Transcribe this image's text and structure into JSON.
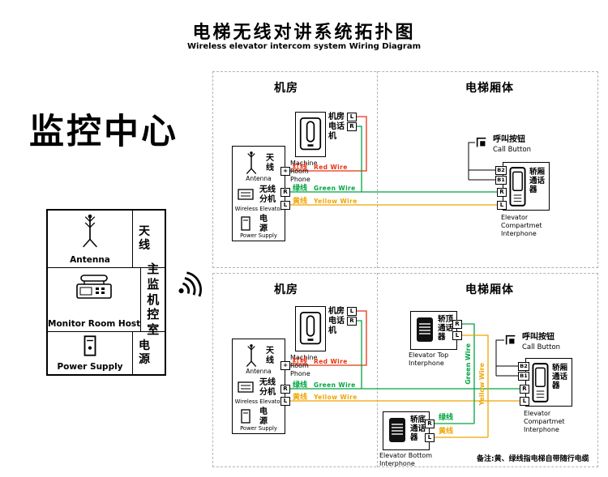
{
  "title": {
    "zh": "电梯无线对讲系统拓扑图",
    "en": "Wireless elevator intercom system Wiring Diagram"
  },
  "monitor": {
    "heading": "监控中心",
    "antenna_zh": "天线",
    "antenna_en": "Antenna",
    "host_zh": "主监机控室",
    "host_en": "Monitor Room Host",
    "power_zh": "电源",
    "power_en": "Power Supply"
  },
  "sections": {
    "machine_room": "机房",
    "elevator_body": "电梯厢体"
  },
  "components": {
    "machine_room_phone": {
      "zh": "机房电话机",
      "en": "Machine Room Phone"
    },
    "wireless_unit": {
      "antenna_zh": "天线",
      "antenna_en": "Antenna",
      "ext_zh": "无线分机",
      "ext_en": "Wireless Elevator",
      "power_zh": "电源",
      "power_en": "Power Supply"
    },
    "call_button": {
      "zh": "呼叫按钮",
      "en": "Call Button"
    },
    "compartment_interphone": {
      "zh": "轿厢通话器",
      "en": "Elevator Compartmet Interphone"
    },
    "top_interphone": {
      "zh": "轿顶通话器",
      "en": "Elevator Top Interphone"
    },
    "bottom_interphone": {
      "zh": "轿底通话器",
      "en": "Elevator Bottom Interphone"
    }
  },
  "terminals": {
    "plus": "+",
    "r": "R",
    "l": "L",
    "b2": "B2",
    "b1": "B1"
  },
  "wires": {
    "red": {
      "zh": "红线",
      "en": "Red Wire",
      "color": "#e63312"
    },
    "green": {
      "zh": "绿线",
      "en": "Green Wire",
      "color": "#00a441"
    },
    "yellow": {
      "zh": "黄线",
      "en": "Yellow Wire",
      "color": "#f0a500"
    }
  },
  "note": "备注:黄、绿线指电梯自带随行电缆"
}
